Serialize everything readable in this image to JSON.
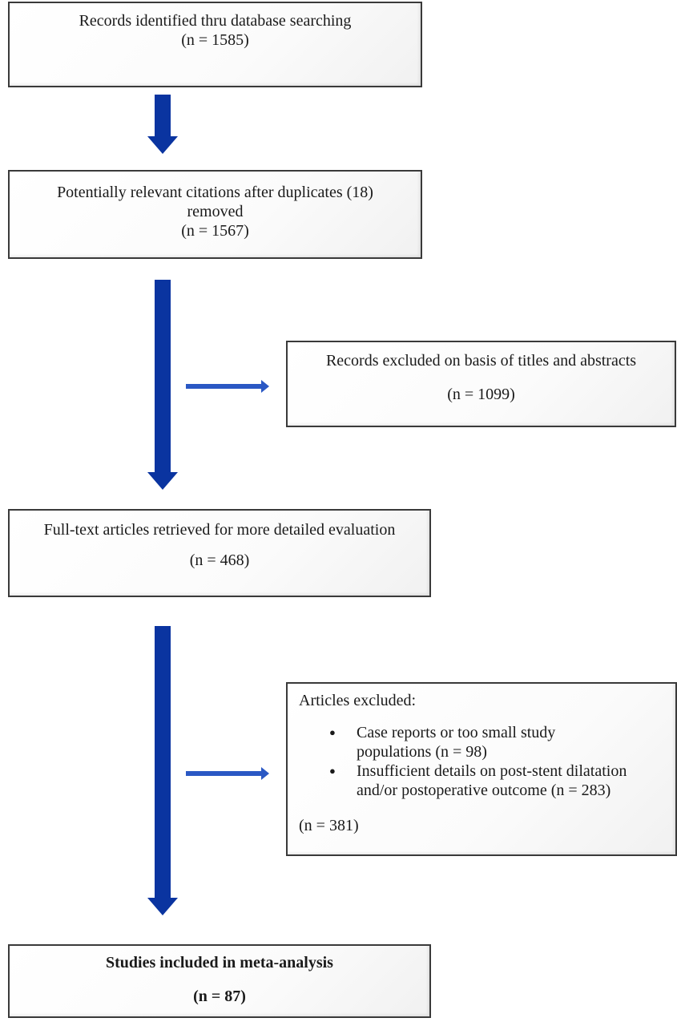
{
  "boxes": {
    "identified": {
      "title": "Records identified thru database searching",
      "count": "(n = 1585)"
    },
    "relevant": {
      "title_line1": "Potentially relevant citations after duplicates (18)",
      "title_line2": "removed",
      "count": "(n = 1567)"
    },
    "excluded_titles": {
      "title": "Records excluded on basis of titles and abstracts",
      "count": "(n = 1099)"
    },
    "fulltext": {
      "title": "Full-text articles retrieved for more detailed evaluation",
      "count": "(n = 468)"
    },
    "excluded_articles": {
      "title": "Articles excluded:",
      "bullets": [
        {
          "line1": "Case reports or too small study",
          "line2": "populations (n = 98)"
        },
        {
          "line1": "Insufficient details on post-stent dilatation",
          "line2": "and/or postoperative outcome (n = 283)"
        }
      ],
      "count": "(n = 381)"
    },
    "included": {
      "title": "Studies included in meta-analysis",
      "count": "(n = 87)"
    }
  },
  "colors": {
    "main_arrow": "#0a34a0",
    "side_arrow": "#2a58c4",
    "border": "#3a3a3a"
  }
}
